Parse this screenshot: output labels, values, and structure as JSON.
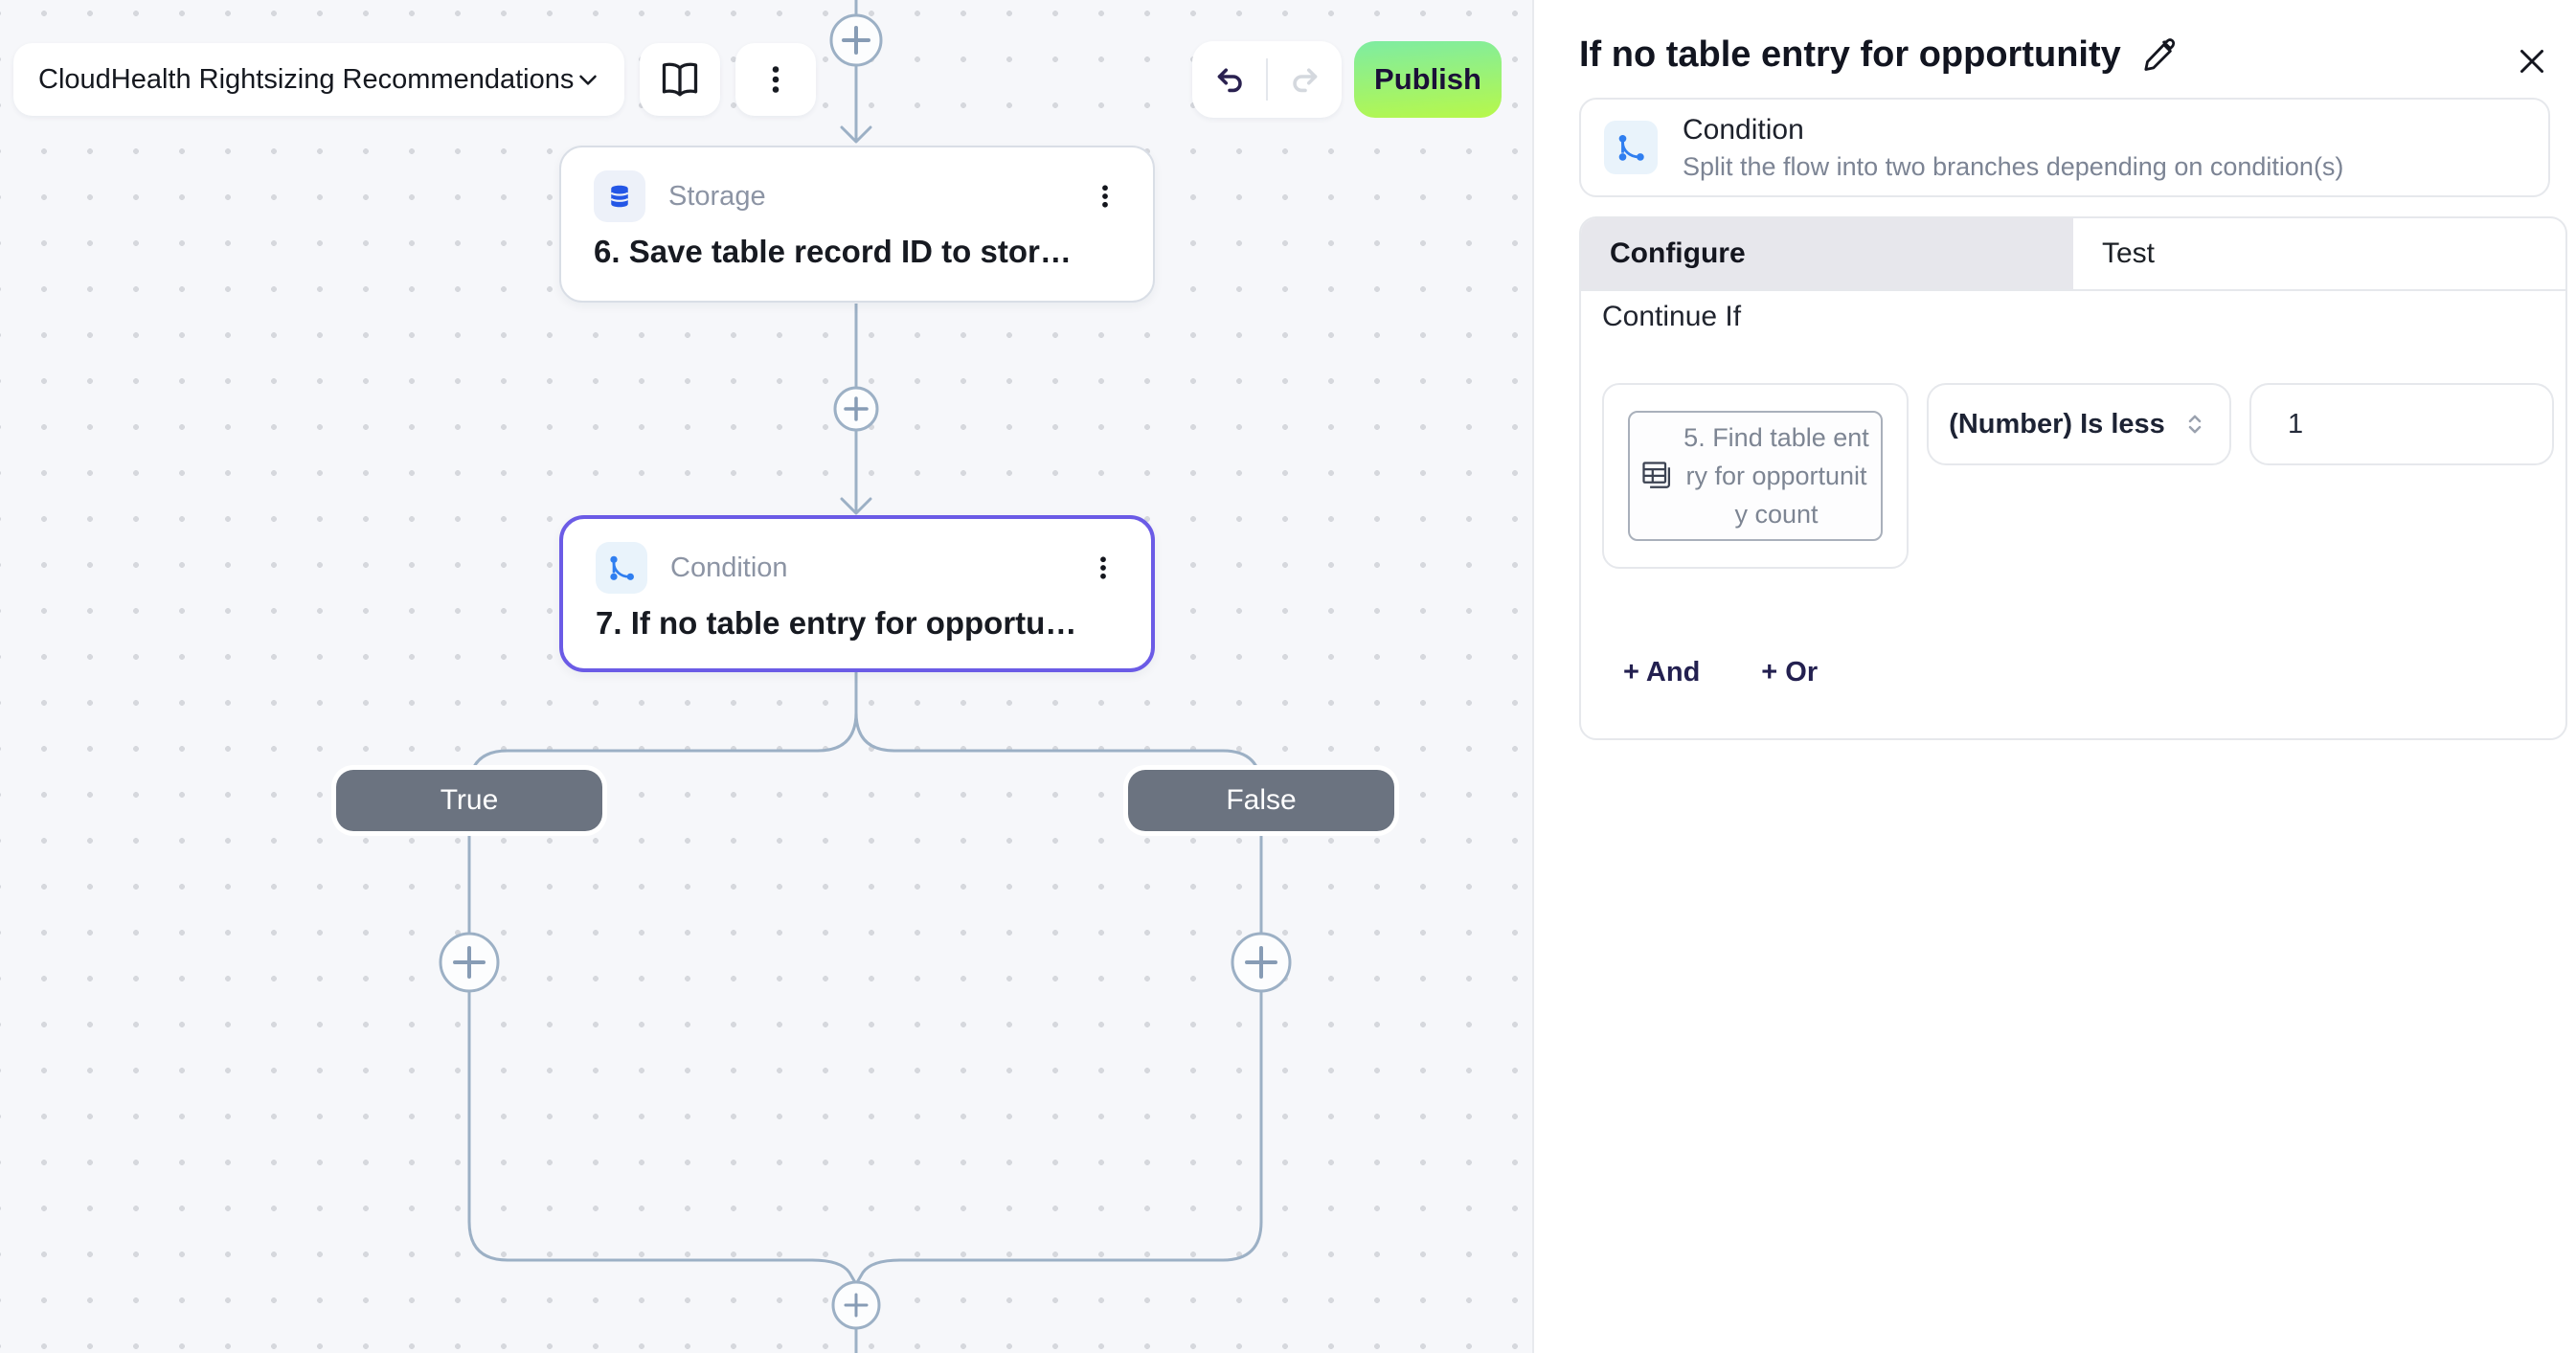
{
  "toolbar": {
    "flow_name": "CloudHealth Rightsizing Recommendations",
    "publish_label": "Publish"
  },
  "canvas": {
    "storage_node": {
      "type_label": "Storage",
      "title": "6. Save table record ID to stor…"
    },
    "condition_node": {
      "type_label": "Condition",
      "title": "7. If no table entry for opportu…"
    },
    "branch_true_label": "True",
    "branch_false_label": "False"
  },
  "panel": {
    "title": "If no table entry for opportunity",
    "step": {
      "type_label": "Condition",
      "description": "Split the flow into two branches depending on condition(s)"
    },
    "tabs": [
      {
        "label": "Configure"
      },
      {
        "label": "Test"
      }
    ],
    "section_label": "Continue If",
    "condition_row": {
      "field_pill_text": "5. Find table entry for opportunity count",
      "operator": "(Number) Is less",
      "value": "1"
    },
    "add_and_label": "+ And",
    "add_or_label": "+ Or"
  },
  "colors": {
    "accent_purple": "#6b5be6",
    "publish_gradient_top": "#7eeca2",
    "publish_gradient_bottom": "#b7f84a",
    "connector": "#9cb0c5",
    "branch_pill_gray": "#6b7380",
    "storage_icon_blue": "#2356e6",
    "condition_icon_blue": "#2f7ef0"
  }
}
